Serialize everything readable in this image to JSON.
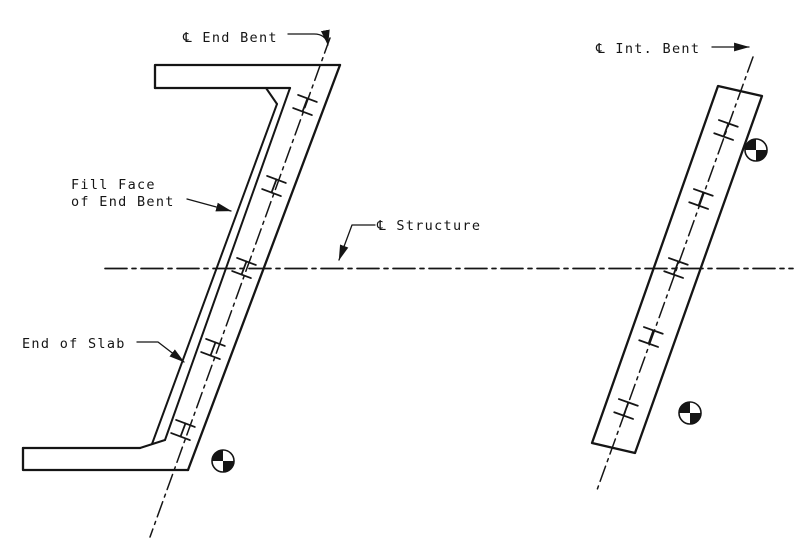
{
  "drawing": {
    "colors": {
      "line": "#151515",
      "background": "#ffffff"
    },
    "labels": {
      "cl_end_bent": "℄ End Bent",
      "fill_face_line1": "Fill Face",
      "fill_face_line2": "of End Bent",
      "cl_structure": "℄ Structure",
      "end_of_slab": "End of Slab",
      "cl_int_bent": "℄ Int. Bent"
    },
    "symbols": {
      "pile": "steel-pile-plan-symbol",
      "target": "quadrant-target-symbol"
    }
  }
}
